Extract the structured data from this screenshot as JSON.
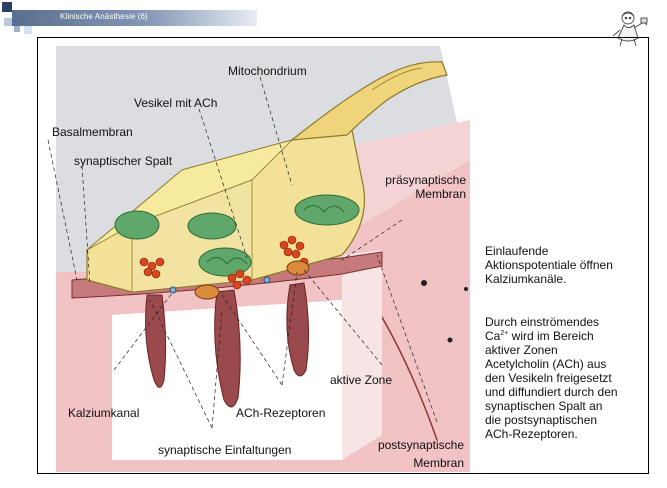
{
  "header": {
    "title": "Klinische Anästhesie (6)"
  },
  "diagram_labels": {
    "mitochondrium": "Mitochondrium",
    "vesikel": "Vesikel mit ACh",
    "basalmembran": "Basalmembran",
    "spalt": "synaptischer Spalt",
    "praesynaptisch_1": "präsynaptische",
    "praesynaptisch_2": "Membran",
    "aktive_zone": "aktive Zone",
    "kalziumkanal": "Kalziumkanal",
    "rezeptoren": "ACh-Rezeptoren",
    "einfaltungen": "synaptische Einfaltungen",
    "postsynaptisch_1": "postsynaptische",
    "postsynaptisch_2": "Membran"
  },
  "side_text": {
    "p1_lines": [
      "Einlaufende",
      "Aktionspotentiale öffnen",
      "Kalziumkanäle."
    ],
    "p2_l1": "Durch einströmendes",
    "p2_ca": "Ca",
    "p2_sup": "2+",
    "p2_l2_rest": " wird im Bereich",
    "p2_lines": [
      "aktiver Zonen",
      "Acetylcholin (ACh) aus",
      "den Vesikeln freigesetzt",
      "und diffundiert durch den",
      "synaptischen Spalt an",
      "die postsynaptischen",
      "ACh-Rezeptoren."
    ]
  },
  "colors": {
    "nerve": "#f4e49a",
    "muscle": "#f3c9c9",
    "mito": "#5fa76a",
    "vesicle": "#d8451f",
    "header_bar": "#6b7f9e"
  }
}
